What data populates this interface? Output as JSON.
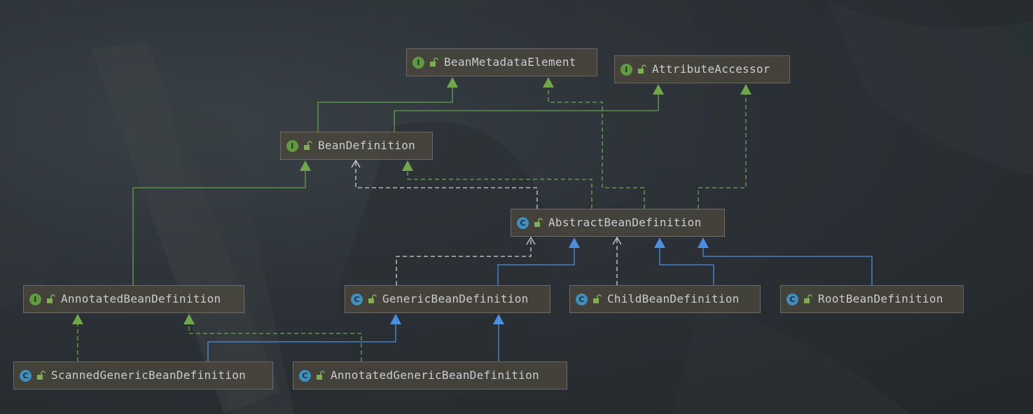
{
  "colors": {
    "extends_interface": "#5fa34a",
    "implements": "#6fa74a",
    "extends_class": "#4a8fe0",
    "implements_abstract": "#c8c8c8"
  },
  "nodes": {
    "bean_metadata_element": {
      "label": "BeanMetadataElement",
      "kind": "I",
      "icon": "interface-icon"
    },
    "attribute_accessor": {
      "label": "AttributeAccessor",
      "kind": "I",
      "icon": "interface-icon"
    },
    "bean_definition": {
      "label": "BeanDefinition",
      "kind": "I",
      "icon": "interface-icon"
    },
    "abstract_bean_definition": {
      "label": "AbstractBeanDefinition",
      "kind": "C",
      "icon": "abstract-class-icon"
    },
    "annotated_bean_definition": {
      "label": "AnnotatedBeanDefinition",
      "kind": "I",
      "icon": "interface-icon"
    },
    "generic_bean_definition": {
      "label": "GenericBeanDefinition",
      "kind": "C",
      "icon": "class-icon"
    },
    "child_bean_definition": {
      "label": "ChildBeanDefinition",
      "kind": "C",
      "icon": "class-icon"
    },
    "root_bean_definition": {
      "label": "RootBeanDefinition",
      "kind": "C",
      "icon": "class-icon"
    },
    "scanned_generic_bean_definition": {
      "label": "ScannedGenericBeanDefinition",
      "kind": "C",
      "icon": "class-icon"
    },
    "annotated_generic_bean_definition": {
      "label": "AnnotatedGenericBeanDefinition",
      "kind": "C",
      "icon": "class-icon"
    }
  },
  "edges": [
    {
      "from": "BeanDefinition",
      "to": "BeanMetadataElement",
      "type": "extends"
    },
    {
      "from": "BeanDefinition",
      "to": "AttributeAccessor",
      "type": "extends"
    },
    {
      "from": "AbstractBeanDefinition",
      "to": "BeanDefinition",
      "type": "implements"
    },
    {
      "from": "AbstractBeanDefinition",
      "to": "BeanMetadataElement",
      "type": "implements"
    },
    {
      "from": "AbstractBeanDefinition",
      "to": "AttributeAccessor",
      "type": "implements"
    },
    {
      "from": "AnnotatedBeanDefinition",
      "to": "BeanDefinition",
      "type": "extends"
    },
    {
      "from": "GenericBeanDefinition",
      "to": "AbstractBeanDefinition",
      "type": "extends"
    },
    {
      "from": "ChildBeanDefinition",
      "to": "AbstractBeanDefinition",
      "type": "extends"
    },
    {
      "from": "RootBeanDefinition",
      "to": "AbstractBeanDefinition",
      "type": "extends"
    },
    {
      "from": "ScannedGenericBeanDefinition",
      "to": "GenericBeanDefinition",
      "type": "extends"
    },
    {
      "from": "ScannedGenericBeanDefinition",
      "to": "AnnotatedBeanDefinition",
      "type": "implements"
    },
    {
      "from": "AnnotatedGenericBeanDefinition",
      "to": "GenericBeanDefinition",
      "type": "extends"
    },
    {
      "from": "AnnotatedGenericBeanDefinition",
      "to": "AnnotatedBeanDefinition",
      "type": "implements"
    }
  ]
}
